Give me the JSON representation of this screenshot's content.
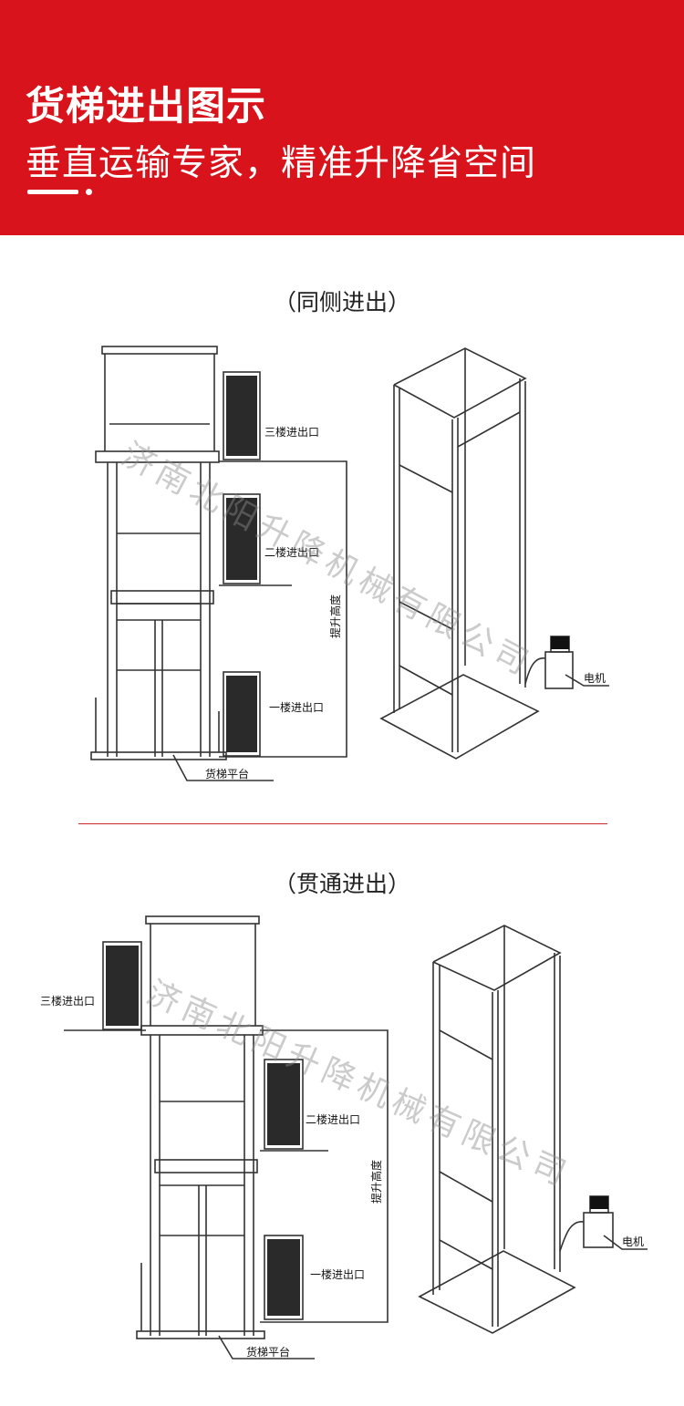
{
  "banner": {
    "title": "货梯进出图示",
    "subtitle": "垂直运输专家，精准升降省空间"
  },
  "section1": {
    "title": "（同侧进出）",
    "labels": {
      "floor3": "三楼进出口",
      "floor2": "二楼进出口",
      "floor1": "一楼进出口",
      "lift_height": "提升高度",
      "platform": "货梯平台",
      "motor": "电机"
    }
  },
  "section2": {
    "title": "（贯通进出）",
    "labels": {
      "floor3": "三楼进出口",
      "floor2": "二楼进出口",
      "floor1": "一楼进出口",
      "lift_height": "提升高度",
      "platform": "货梯平台",
      "motor": "电机"
    }
  },
  "watermark": "济南北阳升降机械有限公司",
  "colors": {
    "banner": "#d8131b",
    "divider": "#c9282d",
    "line": "#333333"
  }
}
